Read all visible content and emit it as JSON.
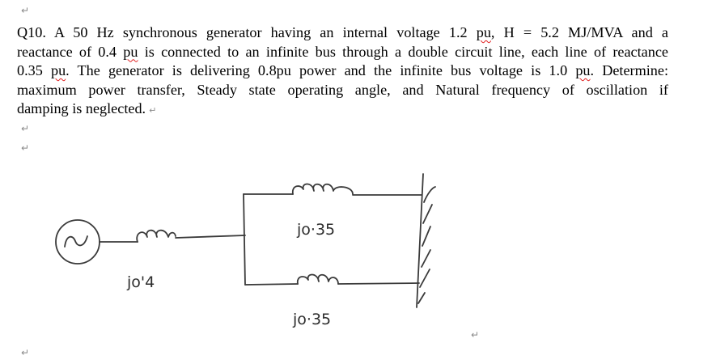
{
  "document": {
    "paragraph_mark": "↵",
    "question": {
      "lines": [
        {
          "parts": [
            {
              "t": "Q10.  A 50 Hz synchronous generator having an internal voltage 1.2 "
            },
            {
              "t": "pu",
              "spell": true
            },
            {
              "t": ", H = 5.2 MJ/MVA and a"
            }
          ]
        },
        {
          "parts": [
            {
              "t": "reactance of 0.4 "
            },
            {
              "t": "pu",
              "spell": true
            },
            {
              "t": " is connected to an infinite bus through a double circuit line, each line of reactance"
            }
          ]
        },
        {
          "parts": [
            {
              "t": "0.35 "
            },
            {
              "t": "pu",
              "spell": true
            },
            {
              "t": ". The generator is delivering 0.8pu power and the infinite bus voltage is 1.0 "
            },
            {
              "t": "pu",
              "spell": true
            },
            {
              "t": ". Determine:"
            }
          ]
        },
        {
          "parts": [
            {
              "t": "maximum power transfer, Steady state operating angle, and Natural frequency of oscillation if"
            }
          ]
        },
        {
          "parts": [
            {
              "t": "damping is neglected."
            }
          ],
          "last": true
        }
      ]
    },
    "given": {
      "frequency": "50 Hz",
      "internal_voltage": "1.2 pu",
      "inertia_constant_H": "5.2 MJ/MVA",
      "generator_reactance": "0.4 pu",
      "line_reactance_each": "0.35 pu",
      "power_delivered": "0.8pu",
      "infinite_bus_voltage": "1.0 pu"
    },
    "diagram": {
      "generator_symbol": "~",
      "generator_reactance_label": "jo'4",
      "upper_line_label": "jo·35",
      "lower_line_label": "jo·35",
      "infinite_bus": "hatched-bus"
    }
  }
}
